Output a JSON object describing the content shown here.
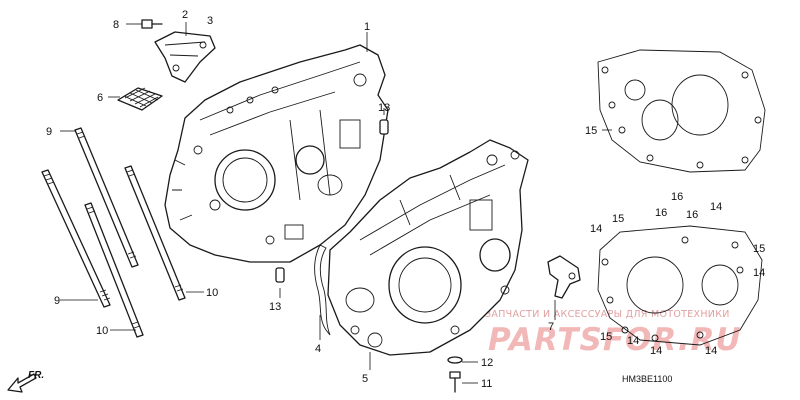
{
  "callouts": {
    "c1": "1",
    "c2": "2",
    "c3": "3",
    "c4": "4",
    "c5": "5",
    "c6": "6",
    "c7": "7",
    "c8": "8",
    "c9a": "9",
    "c9b": "9",
    "c10a": "10",
    "c10b": "10",
    "c11": "11",
    "c12": "12",
    "c13a": "13",
    "c13b": "13",
    "c14a": "14",
    "c14b": "14",
    "c14c": "14",
    "c14d": "14",
    "c14e": "14",
    "c14f": "14",
    "c15a": "15",
    "c15b": "15",
    "c15c": "15",
    "c15d": "15",
    "c16a": "16",
    "c16b": "16",
    "c16c": "16"
  },
  "direction_label": "FR.",
  "diagram_code": "HM3BE1100",
  "watermark": {
    "line1": "ЗАПЧАСТИ И АКСЕССУАРЫ ДЛЯ МОТОТЕХНИКИ",
    "line2": "PARTSFOR.RU"
  },
  "colors": {
    "ink": "#1a1a1a",
    "watermark": "#f2b8b8",
    "background": "#ffffff"
  }
}
